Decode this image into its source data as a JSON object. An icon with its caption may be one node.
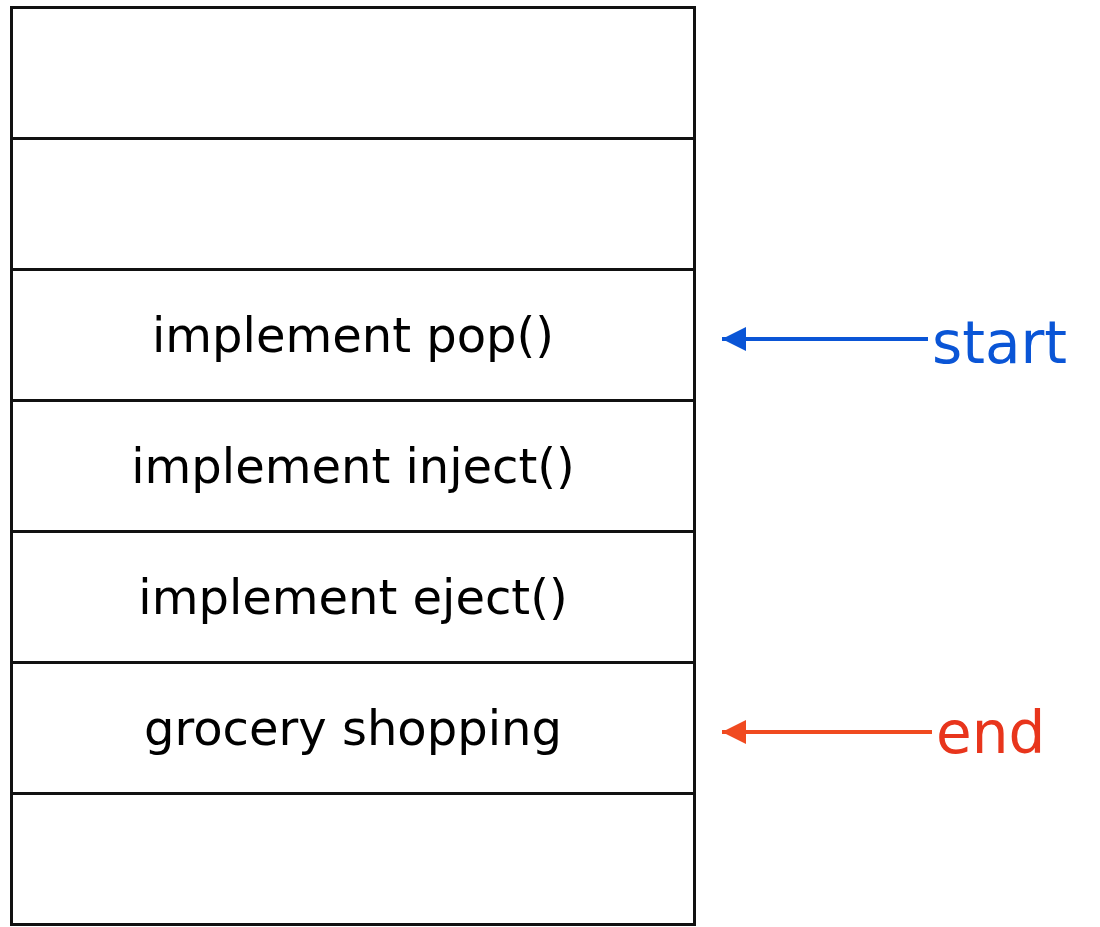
{
  "diagram": {
    "nodes": [
      {
        "text": [],
        "shape": "box"
      },
      {
        "text": [],
        "shape": "box"
      },
      {
        "text": [
          "implement pop()"
        ]
      },
      {
        "text": [
          "implement inject()"
        ]
      },
      {
        "text": [
          "implement eject()"
        ]
      },
      {
        "text": [
          "grocery shopping"
        ]
      },
      {
        "text": [],
        "shape": "box"
      },
      {
        "text": [
          "start"
        ]
      },
      {
        "text": [
          "end"
        ]
      }
    ],
    "edges": [
      {
        "from": 7,
        "to": 2,
        "arrow": "to",
        "color": "#0a55d6"
      },
      {
        "from": 8,
        "to": 5,
        "arrow": "to",
        "color": "#f04a20"
      }
    ]
  }
}
